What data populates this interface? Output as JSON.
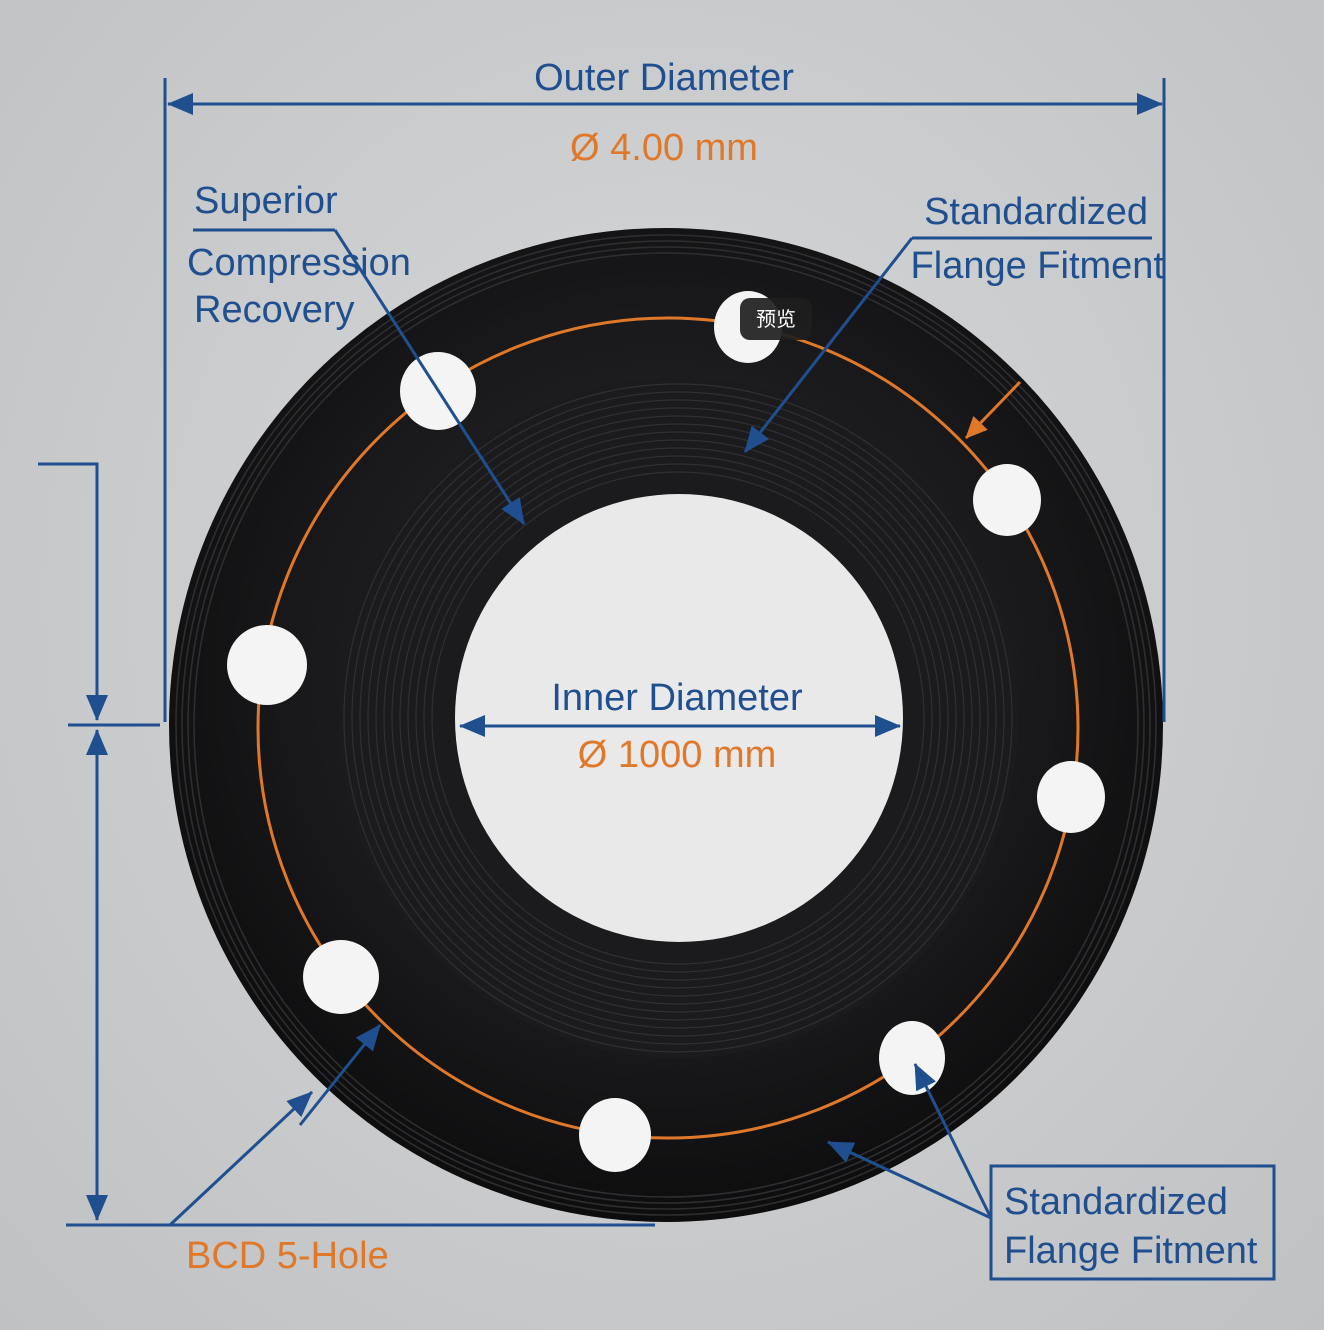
{
  "colors": {
    "blue": "#1f4f8f",
    "orange": "#e0782a",
    "rubber": "#151515",
    "hole": "#f4f4f4"
  },
  "labels": {
    "outer_title": "Outer Diameter",
    "outer_value": "Ø 4.00 mm",
    "inner_title": "Inner Diameter",
    "inner_value": "Ø 1000 mm",
    "callout_tl_1": "Superior",
    "callout_tl_2": "Compression",
    "callout_tl_3": "Recovery",
    "callout_tr_1": "Standardized",
    "callout_tr_2": "Flange Fitment",
    "callout_br_1": "Standardized",
    "callout_br_2": "Flange Fitment",
    "bcd": "BCD 5-Hole",
    "tooltip": "预览"
  },
  "icons": [
    "dimension-arrow-icon",
    "callout-arrow-icon"
  ]
}
